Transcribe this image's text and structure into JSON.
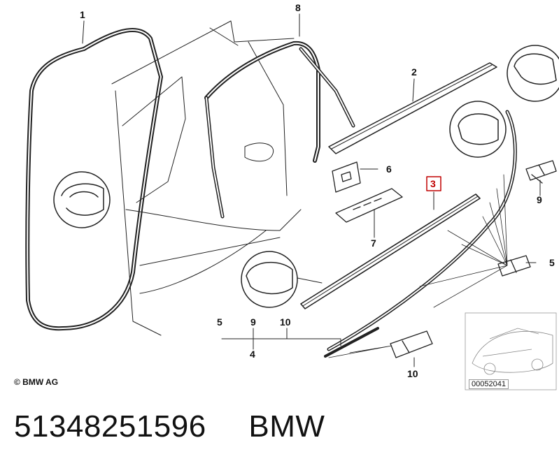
{
  "callouts": {
    "c1": "1",
    "c2": "2",
    "c3": "3",
    "c4": "4",
    "c5a": "5",
    "c5b": "5",
    "c6": "6",
    "c7": "7",
    "c8": "8",
    "c9a": "9",
    "c9b": "9",
    "c10a": "10",
    "c10b": "10"
  },
  "highlight_color": "#c00000",
  "copyright": "© BMW AG",
  "reference_number": "00052041",
  "caption": {
    "part_number": "51348251596",
    "brand": "BMW"
  }
}
